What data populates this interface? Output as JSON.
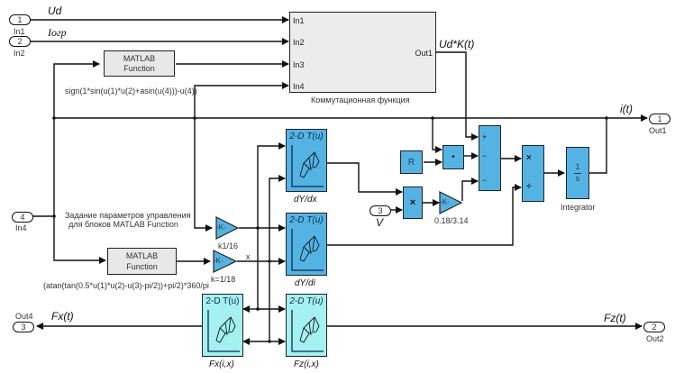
{
  "inports": [
    {
      "num": "1",
      "name": "In1",
      "signal": "Ud"
    },
    {
      "num": "2",
      "name": "In2",
      "signal": "Iогр"
    },
    {
      "num": "4",
      "name": "In4"
    },
    {
      "num": "3",
      "signal": "V"
    }
  ],
  "outports": [
    {
      "num": "1",
      "name": "Out1",
      "signal": "i(t)"
    },
    {
      "num": "2",
      "name": "Out2",
      "signal": "Fz(t)"
    },
    {
      "num": "3",
      "name": "Out4",
      "signal": "Fx(t)"
    }
  ],
  "matlab_fn_1": {
    "line1": "MATLAB",
    "line2": "Function",
    "expr": "sign(1*sin(u(1)*u(2)+asin(u(4)))-u(4))"
  },
  "matlab_fn_2": {
    "line1": "MATLAB",
    "line2": "Function",
    "expr": "(atan(tan(0.5*u(1)*u(2)-u(3)-pi/2))+pi/2)*360/pi"
  },
  "annotation": {
    "line1": "Задание параметров управления",
    "line2": "для блоков MATLAB Function"
  },
  "subsystem": {
    "name": "Коммутационная функция",
    "inputs": [
      "In1",
      "In2",
      "In3",
      "In4"
    ],
    "output": "Out1",
    "output_signal": "Ud*K(t)"
  },
  "gains": [
    {
      "glyph": "-K-",
      "label": "k1/16"
    },
    {
      "glyph": "-K-",
      "label": "k=1/18",
      "out_signal": "x"
    },
    {
      "glyph": "-K-",
      "label": "0.18/3.14"
    }
  ],
  "lookup_tables": [
    {
      "title": "2-D T(u)",
      "label": "dY/dx"
    },
    {
      "title": "2-D T(u)",
      "label": "dY/di"
    },
    {
      "title": "2-D T(u)",
      "label": "Fx(i,x)"
    },
    {
      "title": "2-D T(u)",
      "label": "Fz(i,x)"
    }
  ],
  "constant_R": {
    "value": "R"
  },
  "product_1": {
    "glyph": "•"
  },
  "product_2": {
    "glyph": "×"
  },
  "sum_block": {
    "signs": [
      "+",
      "−",
      "−"
    ]
  },
  "divide_block": {
    "signs": [
      "×",
      "÷"
    ]
  },
  "integrator": {
    "num": "1",
    "den": "s",
    "label": "Integrator"
  }
}
